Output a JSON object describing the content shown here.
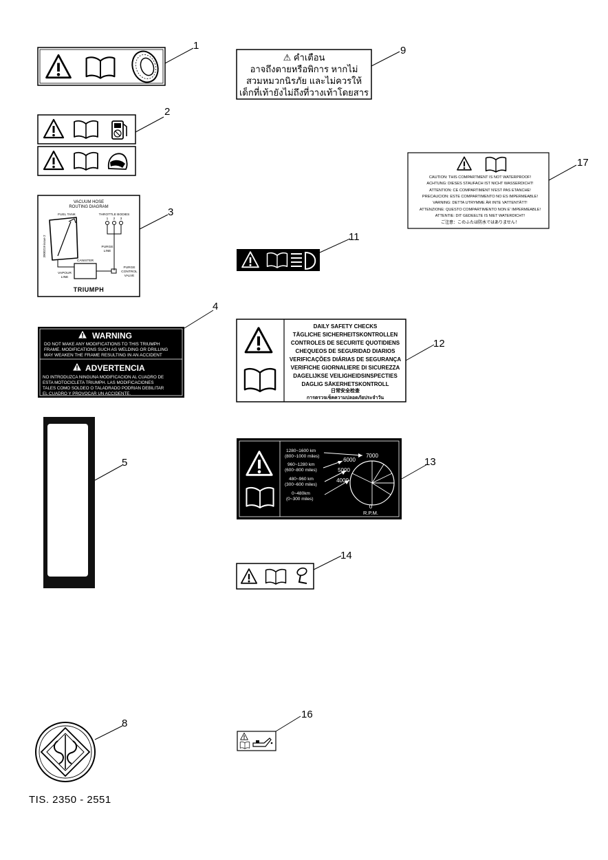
{
  "footer": {
    "reference": "TIS. 2350 - 2551"
  },
  "callouts": [
    "1",
    "2",
    "3",
    "4",
    "5",
    "8",
    "9",
    "11",
    "12",
    "13",
    "14",
    "16",
    "17"
  ],
  "decal_3": {
    "title_1": "VACUUM HOSE",
    "title_2": "ROUTING DIAGRAM",
    "fuel_tank": "FUEL TANK",
    "throttle_bodies": "THROTTLE BODIES",
    "tb_1": "1",
    "tb_2": "2",
    "tb_3": "3",
    "purge_line_1": "PURGE",
    "purge_line_2": "LINE",
    "canister": "CANISTER",
    "vapour_1": "VAPOUR",
    "vapour_2": "LINE",
    "pcv_1": "PURGE",
    "pcv_2": "CONTROL",
    "pcv_3": "VALVE",
    "part_no": "3900219 issue 2",
    "brand": "TRIUMPH"
  },
  "decal_4": {
    "warning_title": "WARNING",
    "warning_lines": [
      "DO  NOT MAKE ANY MODIFICATIONS TO THIS TRIUMPH",
      "FRAME.  MODIFICATIONS SUCH AS WELDING OR DRILLING",
      "MAY WEAKEN THE FRAME RESULTING IN AN ACCIDENT"
    ],
    "adv_title": "ADVERTENCIA",
    "adv_lines": [
      "NO INTRODUZCA NINGUNA MODIFICACION AL CUADRO DE",
      "ESTA MOTOCICLETA TRIUMPH.  LAS MODIFICACIONES",
      "TALES COMO SOLDEO O TALADRADO PODRIAN DEBILITAR",
      "EL CUADRO Y PROVOCAR UN ACCIDENTE."
    ]
  },
  "decal_9": {
    "lines": [
      "⚠ คำเตือน",
      "อาจถึงตายหรือพิการ หากไม่",
      "สวมหมวกนิรภัย และไม่ควรให้",
      "เด็กที่เท้ายังไม่ถึงที่วางเท้าโดยสาร"
    ]
  },
  "decal_12": {
    "lines": [
      "DAILY SAFETY CHECKS",
      "TÄGLICHE SICHERHEITSKONTROLLEN",
      "CONTROLES DE SECURITE QUOTIDIENS",
      "CHEQUEOS DE SEGURIDAD DIARIOS",
      "VERIFICAÇÕES DIÁRIAS DE SEGURANÇA",
      "VERIFICHE GIORNALIERE DI SICUREZZA",
      "DAGELIJKSE VEILIGHEIDSINSPECTIES",
      "DAGLIG SÄKERHETSKONTROLL",
      "日常安全检查",
      "การตรวจเช็คความปลอดภัยประจำวัน"
    ]
  },
  "decal_13": {
    "ranges": [
      {
        "km": "1280~1600 km",
        "miles": "(800~1000 miles)"
      },
      {
        "km": "960~1280 km",
        "miles": "(600~800 miles)"
      },
      {
        "km": "480~960 km",
        "miles": "(300~600 miles)"
      },
      {
        "km": "0~480km",
        "miles": "(0~300 miles)"
      }
    ],
    "rpm_marks": [
      "7000",
      "6000",
      "5000",
      "4000",
      "0"
    ],
    "rpm_label": "R.P.M."
  },
  "decal_17": {
    "lines": [
      "CAUTION: THIS COMPARTMENT IS NOT WATERPROOF!",
      "ACHTUNG: DIESES STAUFACH IST NICHT WASSERDICHT!",
      "ATTENTION: CE COMPARTIMENT N'EST PAS ETANCHE!",
      "PRECAUCION:  ESTE COMPARTIMENTO NO ES IMPERMEABLE!",
      "VARNING: DETTA UTRYMME ÄR INTE VATTENTÄTT!",
      "ATTENZIONE: QUESTO COMPARTIMENTO NON E' IMPERMEABLE!",
      "ATTENTIE:  DIT GEDEELTE IS NIET WATERDICHT!",
      "ご注意：このふたは防水ではありません！"
    ]
  }
}
